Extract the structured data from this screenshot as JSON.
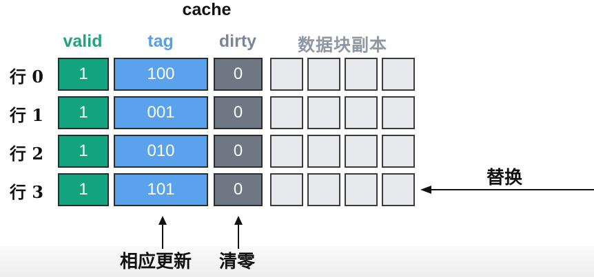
{
  "title": "cache",
  "headers": {
    "valid": "valid",
    "tag": "tag",
    "dirty": "dirty",
    "data_copy": "数据块副本"
  },
  "rows": [
    {
      "label": "行 0",
      "valid": "1",
      "tag": "100",
      "dirty": "0"
    },
    {
      "label": "行 1",
      "valid": "1",
      "tag": "001",
      "dirty": "0"
    },
    {
      "label": "行 2",
      "valid": "1",
      "tag": "010",
      "dirty": "0"
    },
    {
      "label": "行 3",
      "valid": "1",
      "tag": "101",
      "dirty": "0"
    }
  ],
  "annotations": {
    "tag_update": "相应更新",
    "dirty_clear": "清零",
    "replace": "替换"
  },
  "colors": {
    "valid": "#13a37f",
    "tag": "#5aa3ec",
    "dirty": "#6f7785",
    "data_block": "#e7e8ec"
  }
}
